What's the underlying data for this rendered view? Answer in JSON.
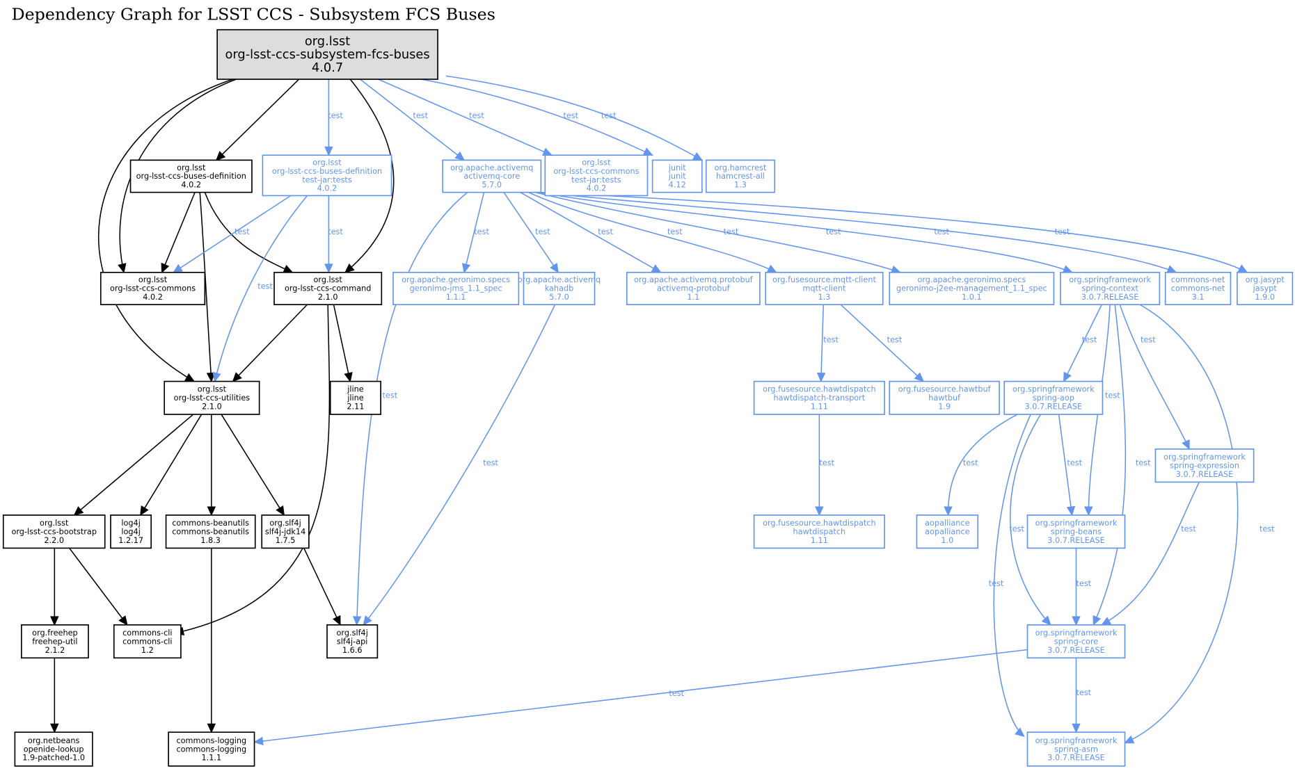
{
  "title": "Dependency Graph for LSST CCS - Subsystem FCS Buses",
  "colors": {
    "compile": "#000000",
    "test": "#6495ed",
    "root_fill": "#dddddd"
  },
  "edge_label_test": "test",
  "nodes": [
    {
      "id": "root",
      "scope": "root",
      "lines": [
        "org.lsst",
        "org-lsst-ccs-subsystem-fcs-buses",
        "4.0.7"
      ]
    },
    {
      "id": "buses-def",
      "scope": "compile",
      "lines": [
        "org.lsst",
        "org-lsst-ccs-buses-definition",
        "4.0.2"
      ]
    },
    {
      "id": "buses-def-tests",
      "scope": "test",
      "lines": [
        "org.lsst",
        "org-lsst-ccs-buses-definition",
        "test-jar:tests",
        "4.0.2"
      ]
    },
    {
      "id": "activemq-core",
      "scope": "test",
      "lines": [
        "org.apache.activemq",
        "activemq-core",
        "5.7.0"
      ]
    },
    {
      "id": "commons-tests",
      "scope": "test",
      "lines": [
        "org.lsst",
        "org-lsst-ccs-commons",
        "test-jar:tests",
        "4.0.2"
      ]
    },
    {
      "id": "junit",
      "scope": "test",
      "lines": [
        "junit",
        "junit",
        "4.12"
      ]
    },
    {
      "id": "hamcrest",
      "scope": "test",
      "lines": [
        "org.hamcrest",
        "hamcrest-all",
        "1.3"
      ]
    },
    {
      "id": "ccs-commons",
      "scope": "compile",
      "lines": [
        "org.lsst",
        "org-lsst-ccs-commons",
        "4.0.2"
      ]
    },
    {
      "id": "ccs-command",
      "scope": "compile",
      "lines": [
        "org.lsst",
        "org-lsst-ccs-command",
        "2.1.0"
      ]
    },
    {
      "id": "geronimo-jms",
      "scope": "test",
      "lines": [
        "org.apache.geronimo.specs",
        "geronimo-jms_1.1_spec",
        "1.1.1"
      ]
    },
    {
      "id": "kahadb",
      "scope": "test",
      "lines": [
        "org.apache.activemq",
        "kahadb",
        "5.7.0"
      ]
    },
    {
      "id": "activemq-protobuf",
      "scope": "test",
      "lines": [
        "org.apache.activemq.protobuf",
        "activemq-protobuf",
        "1.1"
      ]
    },
    {
      "id": "mqtt-client",
      "scope": "test",
      "lines": [
        "org.fusesource.mqtt-client",
        "mqtt-client",
        "1.3"
      ]
    },
    {
      "id": "geronimo-j2ee",
      "scope": "test",
      "lines": [
        "org.apache.geronimo.specs",
        "geronimo-j2ee-management_1.1_spec",
        "1.0.1"
      ]
    },
    {
      "id": "spring-context",
      "scope": "test",
      "lines": [
        "org.springframework",
        "spring-context",
        "3.0.7.RELEASE"
      ]
    },
    {
      "id": "commons-net",
      "scope": "test",
      "lines": [
        "commons-net",
        "commons-net",
        "3.1"
      ]
    },
    {
      "id": "jasypt",
      "scope": "test",
      "lines": [
        "org.jasypt",
        "jasypt",
        "1.9.0"
      ]
    },
    {
      "id": "ccs-utilities",
      "scope": "compile",
      "lines": [
        "org.lsst",
        "org-lsst-ccs-utilities",
        "2.1.0"
      ]
    },
    {
      "id": "jline",
      "scope": "compile",
      "lines": [
        "jline",
        "jline",
        "2.11"
      ]
    },
    {
      "id": "hawtdispatch-transport",
      "scope": "test",
      "lines": [
        "org.fusesource.hawtdispatch",
        "hawtdispatch-transport",
        "1.11"
      ]
    },
    {
      "id": "hawtbuf",
      "scope": "test",
      "lines": [
        "org.fusesource.hawtbuf",
        "hawtbuf",
        "1.9"
      ]
    },
    {
      "id": "spring-aop",
      "scope": "test",
      "lines": [
        "org.springframework",
        "spring-aop",
        "3.0.7.RELEASE"
      ]
    },
    {
      "id": "spring-expression",
      "scope": "test",
      "lines": [
        "org.springframework",
        "spring-expression",
        "3.0.7.RELEASE"
      ]
    },
    {
      "id": "ccs-bootstrap",
      "scope": "compile",
      "lines": [
        "org.lsst",
        "org-lsst-ccs-bootstrap",
        "2.2.0"
      ]
    },
    {
      "id": "log4j",
      "scope": "compile",
      "lines": [
        "log4j",
        "log4j",
        "1.2.17"
      ]
    },
    {
      "id": "commons-beanutils",
      "scope": "compile",
      "lines": [
        "commons-beanutils",
        "commons-beanutils",
        "1.8.3"
      ]
    },
    {
      "id": "slf4j-jdk14",
      "scope": "compile",
      "lines": [
        "org.slf4j",
        "slf4j-jdk14",
        "1.7.5"
      ]
    },
    {
      "id": "hawtdispatch",
      "scope": "test",
      "lines": [
        "org.fusesource.hawtdispatch",
        "hawtdispatch",
        "1.11"
      ]
    },
    {
      "id": "aopalliance",
      "scope": "test",
      "lines": [
        "aopalliance",
        "aopalliance",
        "1.0"
      ]
    },
    {
      "id": "spring-beans",
      "scope": "test",
      "lines": [
        "org.springframework",
        "spring-beans",
        "3.0.7.RELEASE"
      ]
    },
    {
      "id": "freehep-util",
      "scope": "compile",
      "lines": [
        "org.freehep",
        "freehep-util",
        "2.1.2"
      ]
    },
    {
      "id": "commons-cli",
      "scope": "compile",
      "lines": [
        "commons-cli",
        "commons-cli",
        "1.2"
      ]
    },
    {
      "id": "slf4j-api",
      "scope": "compile",
      "lines": [
        "org.slf4j",
        "slf4j-api",
        "1.6.6"
      ]
    },
    {
      "id": "spring-core",
      "scope": "test",
      "lines": [
        "org.springframework",
        "spring-core",
        "3.0.7.RELEASE"
      ]
    },
    {
      "id": "openide-lookup",
      "scope": "compile",
      "lines": [
        "org.netbeans",
        "openide-lookup",
        "1.9-patched-1.0"
      ]
    },
    {
      "id": "commons-logging",
      "scope": "compile",
      "lines": [
        "commons-logging",
        "commons-logging",
        "1.1.1"
      ]
    },
    {
      "id": "spring-asm",
      "scope": "test",
      "lines": [
        "org.springframework",
        "spring-asm",
        "3.0.7.RELEASE"
      ]
    }
  ],
  "edges": [
    {
      "from": "root",
      "to": "buses-def",
      "scope": "compile"
    },
    {
      "from": "root",
      "to": "ccs-commons",
      "scope": "compile"
    },
    {
      "from": "root",
      "to": "ccs-utilities",
      "scope": "compile"
    },
    {
      "from": "root",
      "to": "ccs-command",
      "scope": "compile"
    },
    {
      "from": "root",
      "to": "buses-def-tests",
      "scope": "test",
      "label": "test"
    },
    {
      "from": "root",
      "to": "activemq-core",
      "scope": "test",
      "label": "test"
    },
    {
      "from": "root",
      "to": "commons-tests",
      "scope": "test",
      "label": "test"
    },
    {
      "from": "root",
      "to": "junit",
      "scope": "test",
      "label": "test"
    },
    {
      "from": "root",
      "to": "hamcrest",
      "scope": "test",
      "label": "test"
    },
    {
      "from": "buses-def",
      "to": "ccs-commons",
      "scope": "compile"
    },
    {
      "from": "buses-def",
      "to": "ccs-utilities",
      "scope": "compile"
    },
    {
      "from": "buses-def",
      "to": "ccs-command",
      "scope": "compile"
    },
    {
      "from": "buses-def-tests",
      "to": "ccs-commons",
      "scope": "test",
      "label": "test"
    },
    {
      "from": "buses-def-tests",
      "to": "ccs-utilities",
      "scope": "test",
      "label": "test"
    },
    {
      "from": "buses-def-tests",
      "to": "ccs-command",
      "scope": "test",
      "label": "test"
    },
    {
      "from": "ccs-command",
      "to": "ccs-utilities",
      "scope": "compile"
    },
    {
      "from": "ccs-command",
      "to": "jline",
      "scope": "compile"
    },
    {
      "from": "ccs-command",
      "to": "commons-cli",
      "scope": "compile"
    },
    {
      "from": "activemq-core",
      "to": "slf4j-api",
      "scope": "test",
      "label": "test"
    },
    {
      "from": "activemq-core",
      "to": "geronimo-jms",
      "scope": "test",
      "label": "test"
    },
    {
      "from": "activemq-core",
      "to": "kahadb",
      "scope": "test",
      "label": "test"
    },
    {
      "from": "activemq-core",
      "to": "activemq-protobuf",
      "scope": "test",
      "label": "test"
    },
    {
      "from": "activemq-core",
      "to": "mqtt-client",
      "scope": "test",
      "label": "test"
    },
    {
      "from": "activemq-core",
      "to": "geronimo-j2ee",
      "scope": "test",
      "label": "test"
    },
    {
      "from": "activemq-core",
      "to": "spring-context",
      "scope": "test",
      "label": "test"
    },
    {
      "from": "activemq-core",
      "to": "commons-net",
      "scope": "test",
      "label": "test"
    },
    {
      "from": "activemq-core",
      "to": "jasypt",
      "scope": "test",
      "label": "test"
    },
    {
      "from": "kahadb",
      "to": "slf4j-api",
      "scope": "test",
      "label": "test"
    },
    {
      "from": "mqtt-client",
      "to": "hawtdispatch-transport",
      "scope": "test",
      "label": "test"
    },
    {
      "from": "mqtt-client",
      "to": "hawtbuf",
      "scope": "test",
      "label": "test"
    },
    {
      "from": "hawtdispatch-transport",
      "to": "hawtdispatch",
      "scope": "test",
      "label": "test"
    },
    {
      "from": "spring-context",
      "to": "spring-aop",
      "scope": "test",
      "label": "test"
    },
    {
      "from": "spring-context",
      "to": "spring-beans",
      "scope": "test",
      "label": "test"
    },
    {
      "from": "spring-context",
      "to": "spring-core",
      "scope": "test",
      "label": "test"
    },
    {
      "from": "spring-context",
      "to": "spring-expression",
      "scope": "test",
      "label": "test"
    },
    {
      "from": "spring-context",
      "to": "spring-asm",
      "scope": "test",
      "label": "test"
    },
    {
      "from": "spring-aop",
      "to": "aopalliance",
      "scope": "test",
      "label": "test"
    },
    {
      "from": "spring-aop",
      "to": "spring-beans",
      "scope": "test",
      "label": "test"
    },
    {
      "from": "spring-aop",
      "to": "spring-core",
      "scope": "test",
      "label": "test"
    },
    {
      "from": "spring-aop",
      "to": "spring-asm",
      "scope": "test",
      "label": "test"
    },
    {
      "from": "spring-expression",
      "to": "spring-core",
      "scope": "test",
      "label": "test"
    },
    {
      "from": "spring-beans",
      "to": "spring-core",
      "scope": "test",
      "label": "test"
    },
    {
      "from": "spring-core",
      "to": "spring-asm",
      "scope": "test",
      "label": "test"
    },
    {
      "from": "spring-core",
      "to": "commons-logging",
      "scope": "test",
      "label": "test"
    },
    {
      "from": "ccs-utilities",
      "to": "ccs-bootstrap",
      "scope": "compile"
    },
    {
      "from": "ccs-utilities",
      "to": "log4j",
      "scope": "compile"
    },
    {
      "from": "ccs-utilities",
      "to": "commons-beanutils",
      "scope": "compile"
    },
    {
      "from": "ccs-utilities",
      "to": "slf4j-jdk14",
      "scope": "compile"
    },
    {
      "from": "ccs-bootstrap",
      "to": "freehep-util",
      "scope": "compile"
    },
    {
      "from": "ccs-bootstrap",
      "to": "commons-cli",
      "scope": "compile"
    },
    {
      "from": "commons-beanutils",
      "to": "commons-logging",
      "scope": "compile"
    },
    {
      "from": "slf4j-jdk14",
      "to": "slf4j-api",
      "scope": "compile"
    },
    {
      "from": "freehep-util",
      "to": "openide-lookup",
      "scope": "compile"
    }
  ]
}
